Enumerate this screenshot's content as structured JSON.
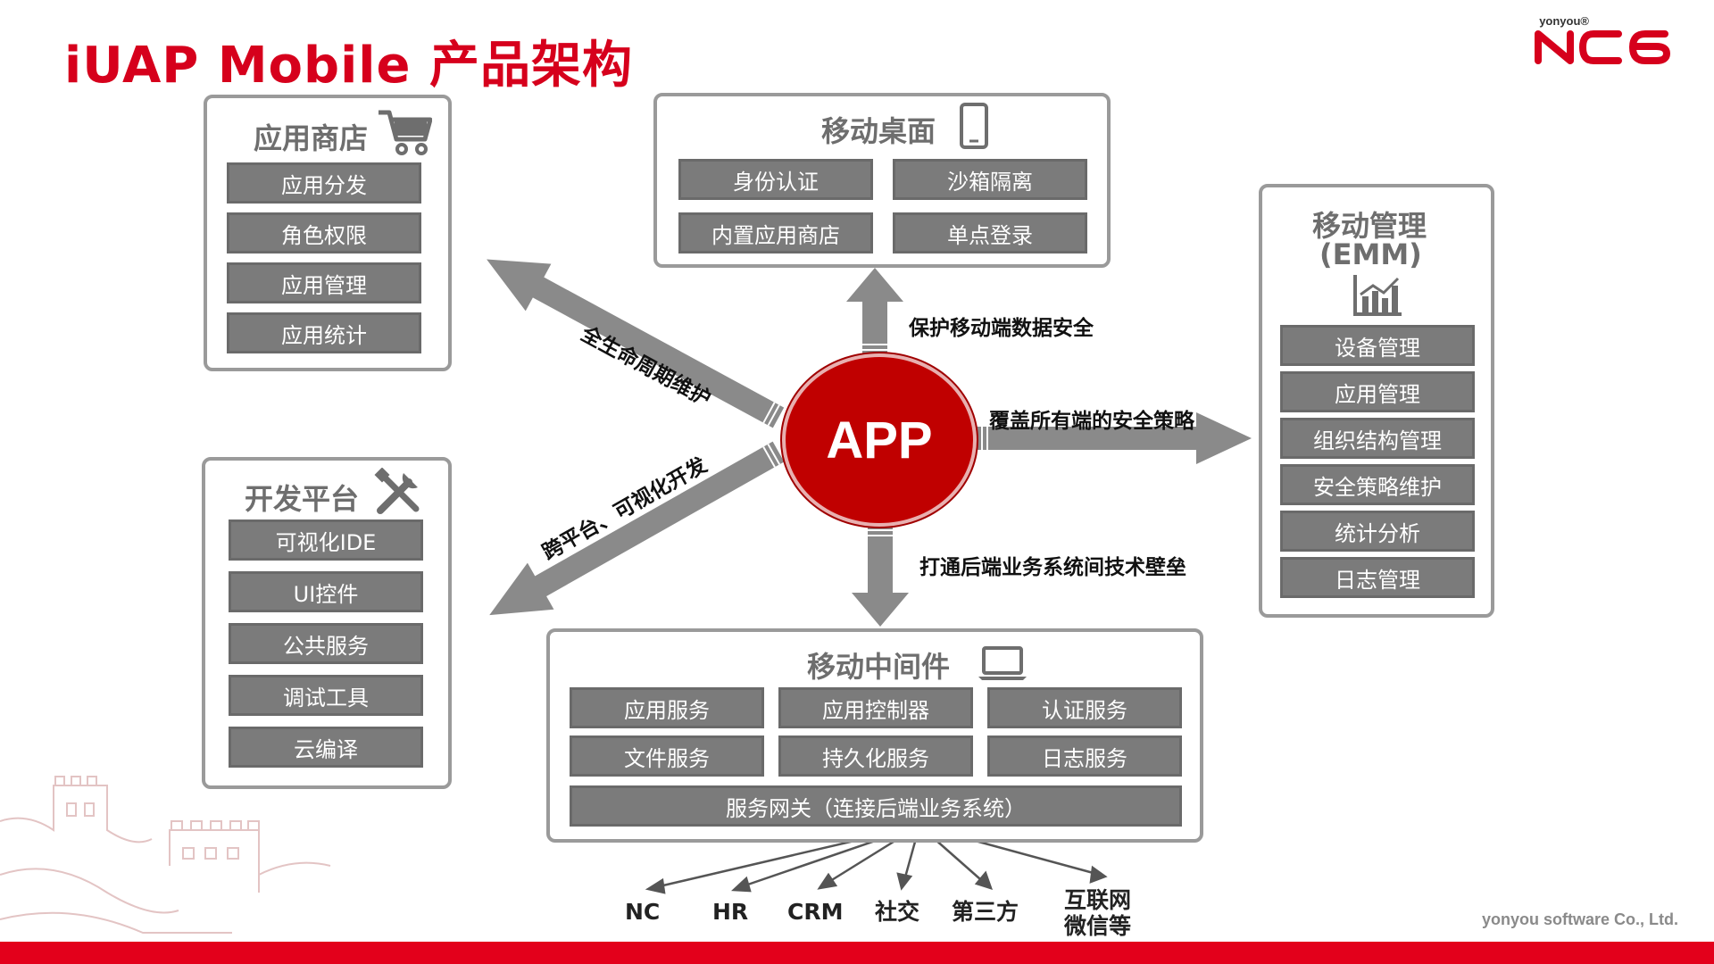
{
  "title": "iUAP Mobile 产品架构",
  "logo": {
    "small": "yonyou®",
    "mark": "NC6"
  },
  "center": {
    "label": "APP"
  },
  "app_store": {
    "title": "应用商店",
    "items": [
      "应用分发",
      "角色权限",
      "应用管理",
      "应用统计"
    ]
  },
  "dev_platform": {
    "title": "开发平台",
    "items": [
      "可视化IDE",
      "UI控件",
      "公共服务",
      "调试工具",
      "云编译"
    ]
  },
  "mobile_desktop": {
    "title": "移动桌面",
    "items": [
      "身份认证",
      "沙箱隔离",
      "内置应用商店",
      "单点登录"
    ]
  },
  "mobile_mgmt": {
    "title_line1": "移动管理",
    "title_line2": "(EMM)",
    "items": [
      "设备管理",
      "应用管理",
      "组织结构管理",
      "安全策略维护",
      "统计分析",
      "日志管理"
    ]
  },
  "middleware": {
    "title": "移动中间件",
    "items": [
      "应用服务",
      "应用控制器",
      "认证服务",
      "文件服务",
      "持久化服务",
      "日志服务"
    ],
    "gateway": "服务网关（连接后端业务系统）"
  },
  "arrow_labels": {
    "to_store": "全生命周期维护",
    "to_dev": "跨平台、可视化开发",
    "to_desktop": "保护移动端数据安全",
    "to_emm": "覆盖所有端的安全策略",
    "to_middleware": "打通后端业务系统间技术壁垒"
  },
  "backends": [
    "NC",
    "HR",
    "CRM",
    "社交",
    "第三方"
  ],
  "backend_last": {
    "line1": "互联网",
    "line2": "微信等"
  },
  "footer": "yonyou software Co., Ltd.",
  "colors": {
    "brand_red": "#d6001c",
    "center_red": "#c00000",
    "box_border": "#9a9a9a",
    "pill": "#7b7b7b",
    "arrow": "#8a8a8a"
  }
}
